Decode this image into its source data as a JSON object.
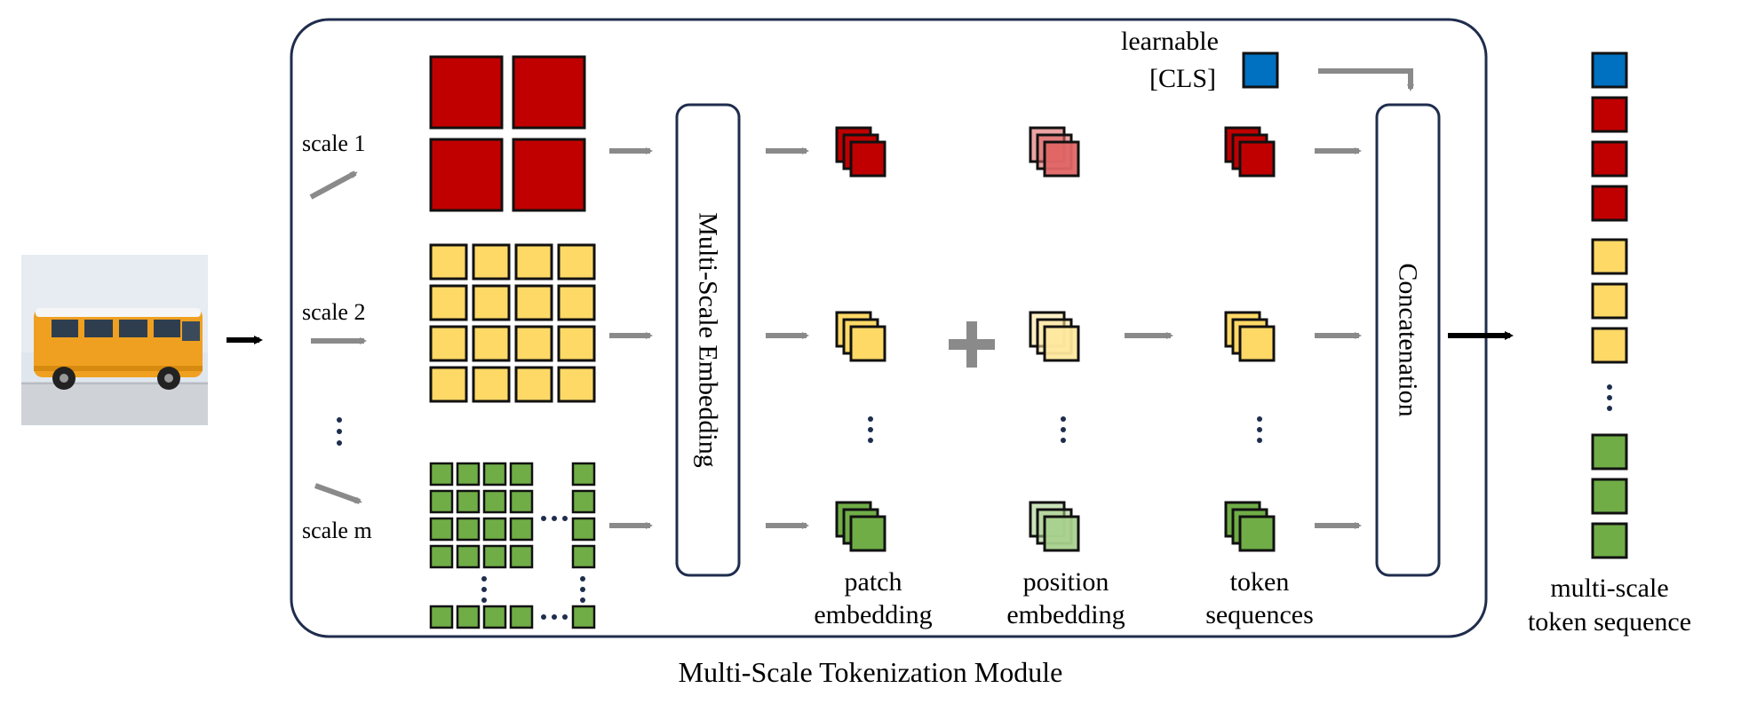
{
  "colors": {
    "red": "#c00000",
    "red_light": "#e06666",
    "yellow": "#ffd966",
    "yellow_light": "#ffe89e",
    "green": "#70ad47",
    "green_light": "#a9d18e",
    "blue": "#0070c0",
    "arrow_gray": "#8a8a8a",
    "dots_navy": "#1f2d4d",
    "module_border": "#1f2d4d"
  },
  "input_image": {
    "icon": "orange-van-photo"
  },
  "scales": {
    "s1": "scale 1",
    "s2": "scale 2",
    "sm": "scale m"
  },
  "embedding_box": "Multi-Scale Embedding",
  "concat_box": "Concatenation",
  "cls": {
    "line1": "learnable",
    "line2": "[CLS]"
  },
  "columns": {
    "patch": [
      "patch",
      "embedding"
    ],
    "position": [
      "position",
      "embedding"
    ],
    "token": [
      "token",
      "sequences"
    ]
  },
  "output": {
    "line1": "multi-scale",
    "line2": "token sequence"
  },
  "module_caption": "Multi-Scale Tokenization Module",
  "ellipsis": "…"
}
